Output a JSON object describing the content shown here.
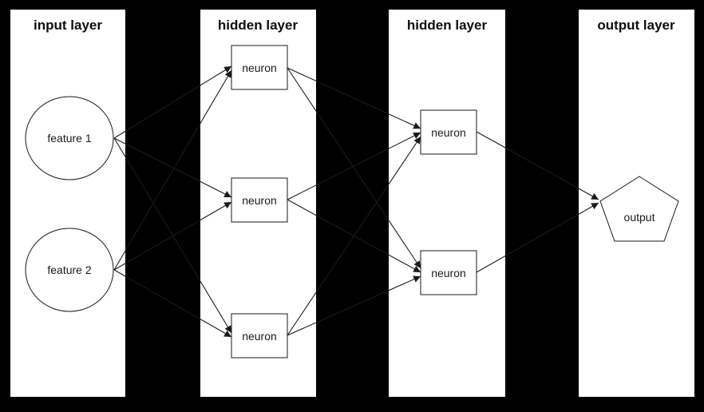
{
  "diagram": {
    "type": "neural-network-diagram",
    "colors": {
      "background": "#000000",
      "panel": "#ffffff",
      "node_fill": "#ffffff",
      "stroke": "#1a1a1a"
    },
    "layers": [
      {
        "title": "input layer",
        "nodes": [
          {
            "id": "feature-1",
            "label": "feature 1",
            "shape": "circle"
          },
          {
            "id": "feature-2",
            "label": "feature 2",
            "shape": "circle"
          }
        ]
      },
      {
        "title": "hidden layer",
        "nodes": [
          {
            "id": "h1-neuron-1",
            "label": "neuron",
            "shape": "rect"
          },
          {
            "id": "h1-neuron-2",
            "label": "neuron",
            "shape": "rect"
          },
          {
            "id": "h1-neuron-3",
            "label": "neuron",
            "shape": "rect"
          }
        ]
      },
      {
        "title": "hidden layer",
        "nodes": [
          {
            "id": "h2-neuron-1",
            "label": "neuron",
            "shape": "rect"
          },
          {
            "id": "h2-neuron-2",
            "label": "neuron",
            "shape": "rect"
          }
        ]
      },
      {
        "title": "output layer",
        "nodes": [
          {
            "id": "output",
            "label": "output",
            "shape": "pentagon"
          }
        ]
      }
    ],
    "edges": [
      {
        "from": "feature-1",
        "to": "h1-neuron-1"
      },
      {
        "from": "feature-1",
        "to": "h1-neuron-2"
      },
      {
        "from": "feature-1",
        "to": "h1-neuron-3"
      },
      {
        "from": "feature-2",
        "to": "h1-neuron-1"
      },
      {
        "from": "feature-2",
        "to": "h1-neuron-2"
      },
      {
        "from": "feature-2",
        "to": "h1-neuron-3"
      },
      {
        "from": "h1-neuron-1",
        "to": "h2-neuron-1"
      },
      {
        "from": "h1-neuron-1",
        "to": "h2-neuron-2"
      },
      {
        "from": "h1-neuron-2",
        "to": "h2-neuron-1"
      },
      {
        "from": "h1-neuron-2",
        "to": "h2-neuron-2"
      },
      {
        "from": "h1-neuron-3",
        "to": "h2-neuron-1"
      },
      {
        "from": "h1-neuron-3",
        "to": "h2-neuron-2"
      },
      {
        "from": "h2-neuron-1",
        "to": "output"
      },
      {
        "from": "h2-neuron-2",
        "to": "output"
      }
    ]
  }
}
